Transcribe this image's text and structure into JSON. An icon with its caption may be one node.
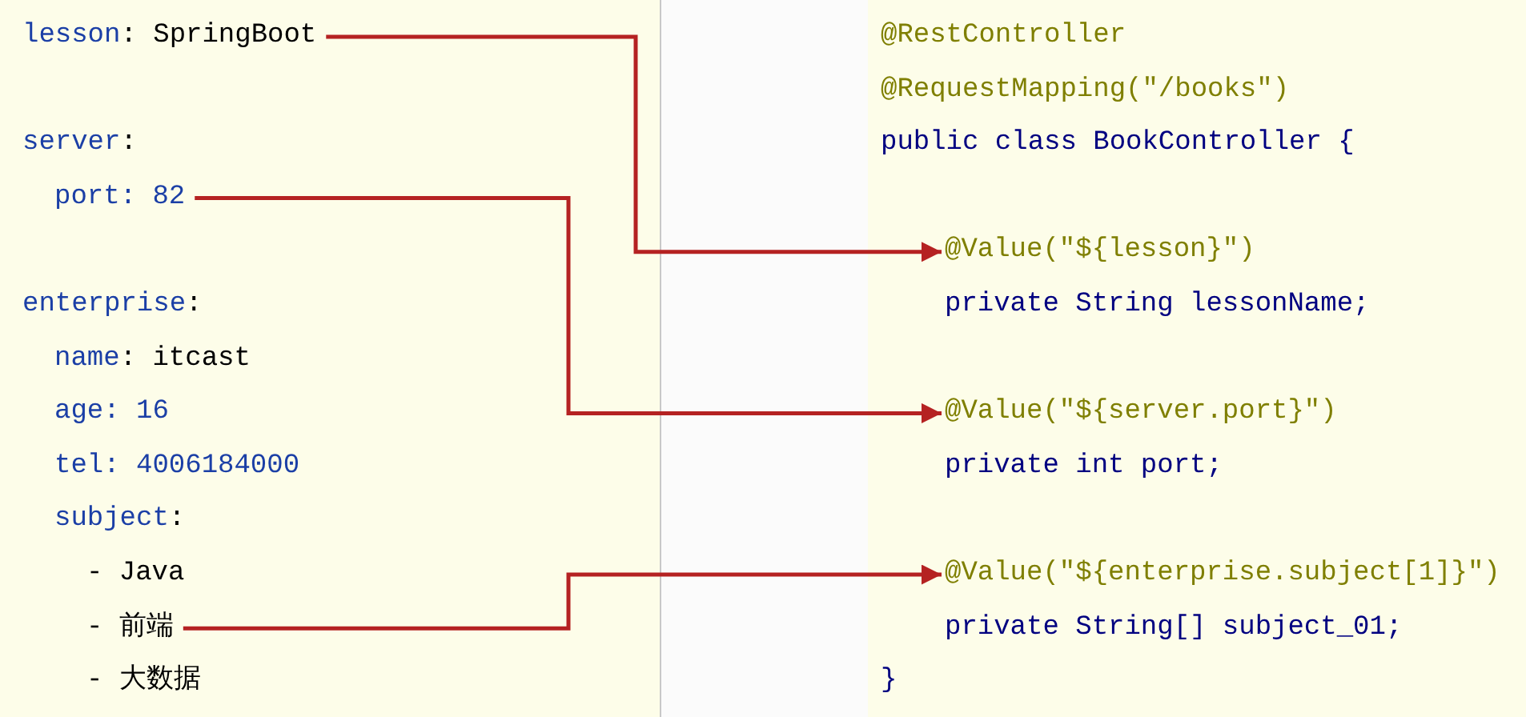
{
  "diagram": {
    "nodes": [
      {
        "text": [
          "lesson: SpringBoot"
        ]
      },
      {
        "text": [
          "port: 82"
        ]
      },
      {
        "text": [
          "- 前端"
        ]
      },
      {
        "text": [
          "@Value(\"${lesson}\")"
        ]
      },
      {
        "text": [
          "@Value(\"${server.port}\")"
        ]
      },
      {
        "text": [
          "@Value(\"${enterprise.subject[1]}\")"
        ]
      }
    ],
    "edges": [
      {
        "from": 0,
        "to": 3,
        "arrow": "to"
      },
      {
        "from": 1,
        "to": 4,
        "arrow": "to"
      },
      {
        "from": 2,
        "to": 5,
        "arrow": "to"
      }
    ],
    "labels": [
      "server:",
      "enterprise:",
      "name: itcast",
      "age: 16",
      "tel: 4006184000",
      "subject:",
      "- Java",
      "- 大数据",
      "@RestController",
      "@RequestMapping(\"/books\")",
      "public class BookController {",
      "private String lessonName;",
      "private int port;",
      "private String[] subject_01;",
      "}"
    ]
  }
}
